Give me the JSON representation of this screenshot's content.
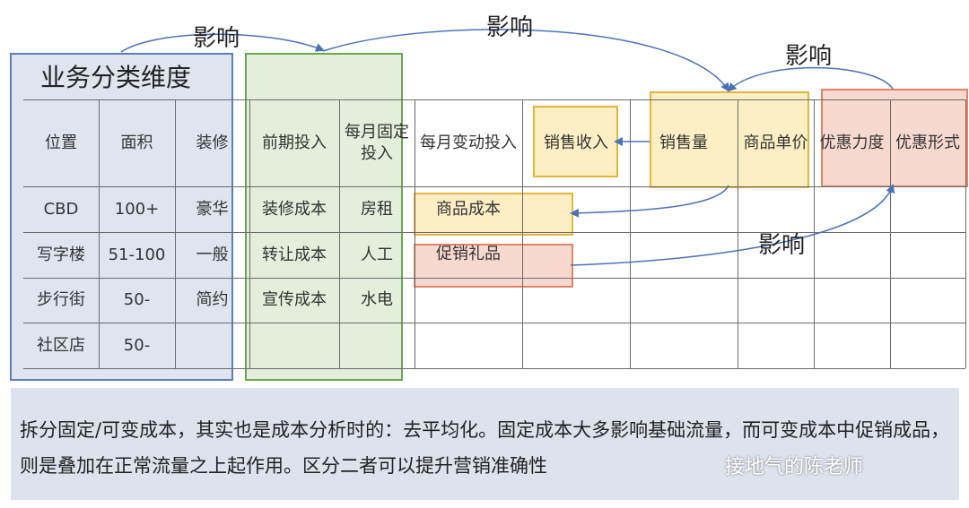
{
  "influence_label": "影响",
  "dimension_title": "业务分类维度",
  "headers": {
    "location": "位置",
    "area": "面积",
    "decoration": "装修",
    "upfront": "前期投入",
    "monthly_fixed": "每月固定投入",
    "monthly_variable": "每月变动投入",
    "sales_revenue": "销售收入",
    "sales_volume": "销售量",
    "unit_price": "商品单价",
    "discount_level": "优惠力度",
    "discount_form": "优惠形式"
  },
  "rows": [
    {
      "location": "CBD",
      "area": "100+",
      "decoration": "豪华",
      "upfront": "装修成本",
      "monthly_fixed": "房租",
      "variable": "商品成本"
    },
    {
      "location": "写字楼",
      "area": "51-100",
      "decoration": "一般",
      "upfront": "转让成本",
      "monthly_fixed": "人工",
      "variable": "促销礼品"
    },
    {
      "location": "步行街",
      "area": "50-",
      "decoration": "简约",
      "upfront": "宣传成本",
      "monthly_fixed": "水电",
      "variable": ""
    },
    {
      "location": "社区店",
      "area": "50-",
      "decoration": "",
      "upfront": "",
      "monthly_fixed": "",
      "variable": ""
    }
  ],
  "note": "拆分固定/可变成本，其实也是成本分析时的：去平均化。固定成本大多影响基础流量，而可变成本中促销成品，则是叠加在正常流量之上起作用。区分二者可以提升营销准确性",
  "watermark": "接地气的陈老师",
  "colors": {
    "blue_box": "#dfe4ef",
    "green_box": "#e3efda",
    "yellow_box": "#fcefc4",
    "red_box": "#f8d9cf",
    "arrow": "#4a72b8"
  }
}
